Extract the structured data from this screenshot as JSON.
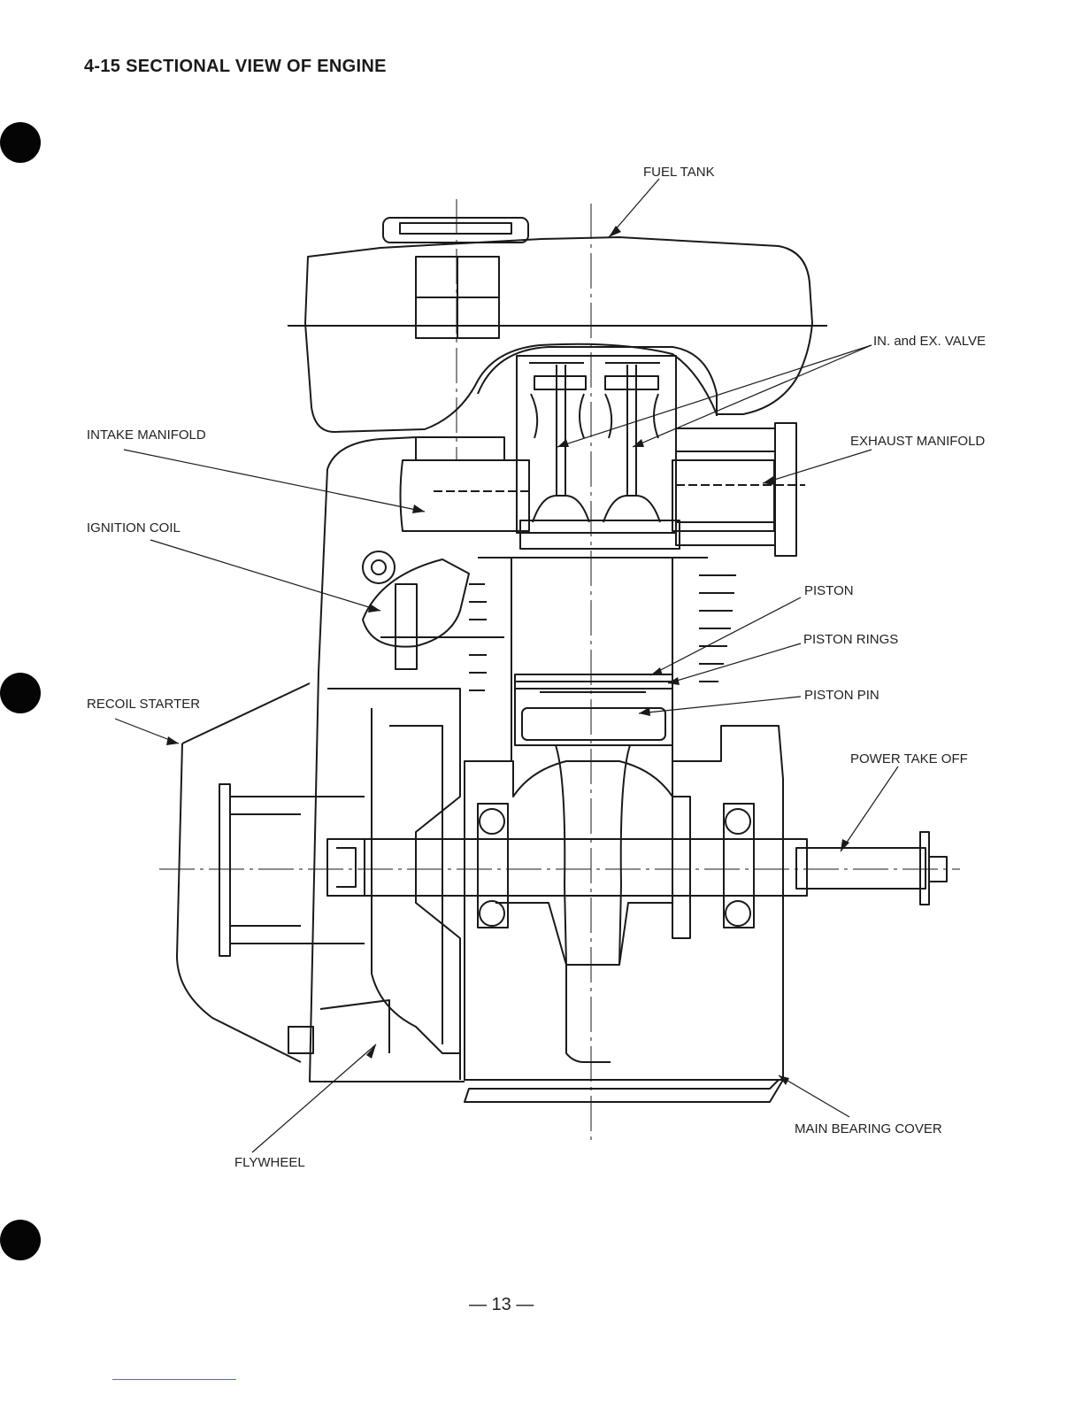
{
  "title": "4-15  SECTIONAL VIEW OF ENGINE",
  "labels": {
    "fuel_tank": "FUEL TANK",
    "in_ex_valve": "IN. and EX. VALVE",
    "intake_manifold": "INTAKE MANIFOLD",
    "exhaust_manifold": "EXHAUST MANIFOLD",
    "ignition_coil": "IGNITION COIL",
    "piston": "PISTON",
    "piston_rings": "PISTON RINGS",
    "piston_pin": "PISTON PIN",
    "recoil_starter": "RECOIL STARTER",
    "power_take_off": "POWER TAKE OFF",
    "main_bearing_cover": "MAIN BEARING COVER",
    "flywheel": "FLYWHEEL"
  },
  "page_number": "— 13 —"
}
